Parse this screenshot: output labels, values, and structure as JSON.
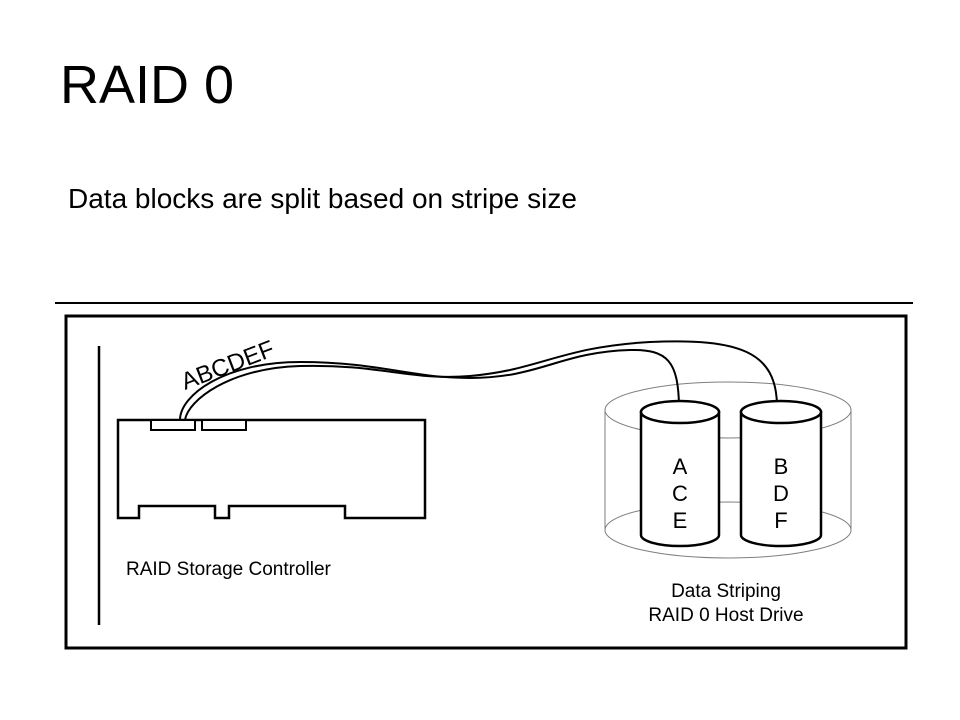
{
  "slide": {
    "title": "RAID 0",
    "subtitle": "Data blocks are split based on stripe size"
  },
  "diagram": {
    "stream_label": "ABCDEF",
    "controller_label": "RAID Storage Controller",
    "drive_a_blocks": [
      "A",
      "C",
      "E"
    ],
    "drive_b_blocks": [
      "B",
      "D",
      "F"
    ],
    "host_drive_label_line1": "Data Striping",
    "host_drive_label_line2": "RAID 0 Host Drive"
  }
}
